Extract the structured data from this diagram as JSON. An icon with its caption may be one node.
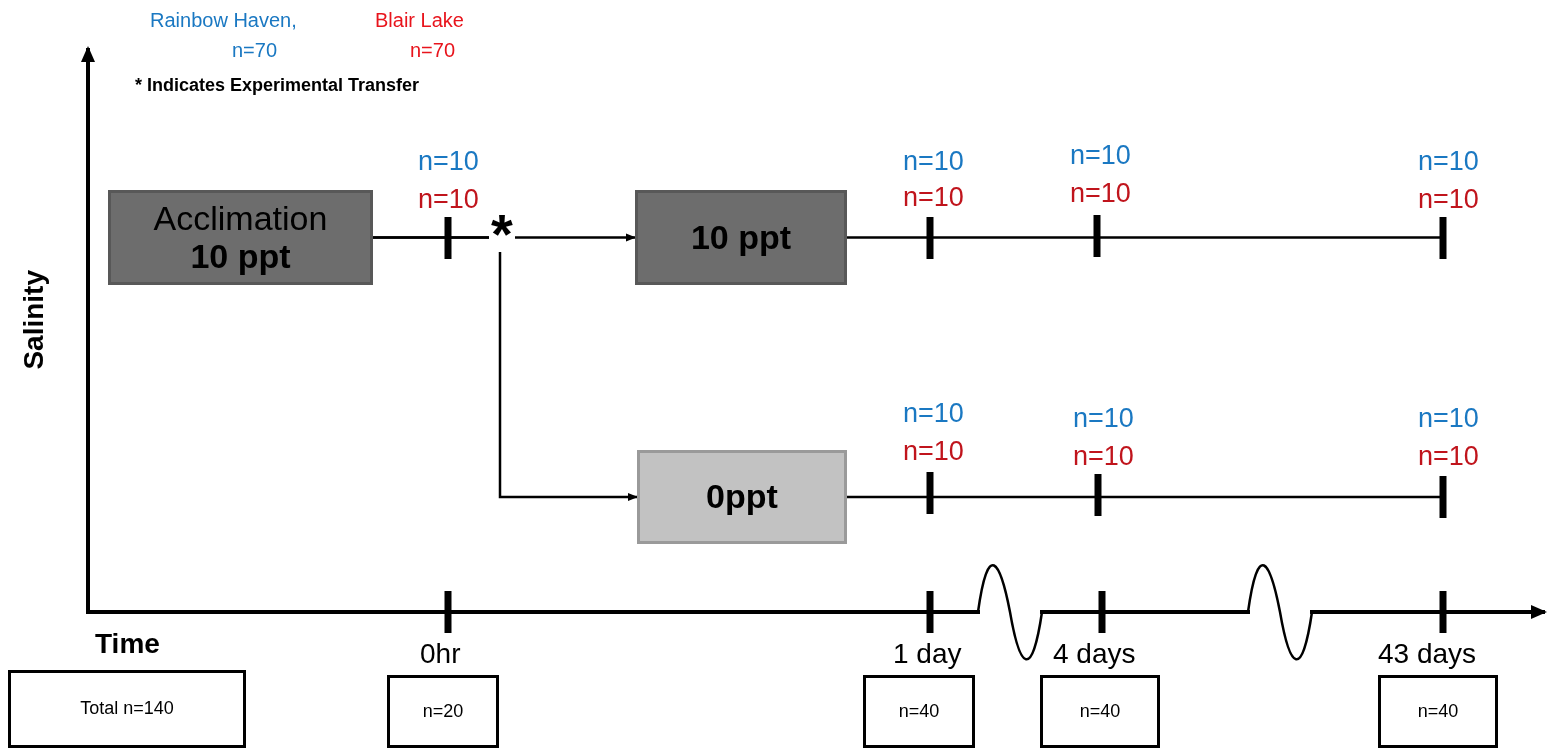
{
  "diagram": {
    "nodes": [
      {
        "text": [
          "Acclimation",
          "10 ppt"
        ]
      },
      {
        "text": [
          "10 ppt"
        ]
      },
      {
        "text": [
          "0ppt"
        ]
      },
      {
        "text": [
          "Total n=140"
        ]
      },
      {
        "text": [
          "n=20"
        ],
        "beside": [
          "0hr"
        ]
      },
      {
        "text": [
          "n=40"
        ],
        "beside": [
          "1 day"
        ]
      },
      {
        "text": [
          "n=40"
        ],
        "beside": [
          "4 days"
        ]
      },
      {
        "text": [
          "n=40"
        ],
        "beside": [
          "43 days"
        ]
      }
    ],
    "edges": [
      {
        "from": 0,
        "to": 1,
        "arrow": "to"
      },
      {
        "from": 0,
        "to": 2,
        "arrow": "to"
      },
      {
        "from": 1,
        "to": null,
        "arrow": "none"
      },
      {
        "from": 2,
        "to": null,
        "arrow": "none"
      }
    ],
    "labels": [
      "Rainbow Haven,",
      "Blair Lake",
      "n=70",
      "n=70",
      "* Indicates Experimental Transfer",
      "n=10",
      "n=10",
      "n=10",
      "n=10",
      "n=10",
      "n=10",
      "n=10",
      "n=10",
      "*",
      "Salinity",
      "n=10",
      "n=10",
      "n=10",
      "n=10",
      "n=10",
      "n=10",
      "Time"
    ]
  }
}
